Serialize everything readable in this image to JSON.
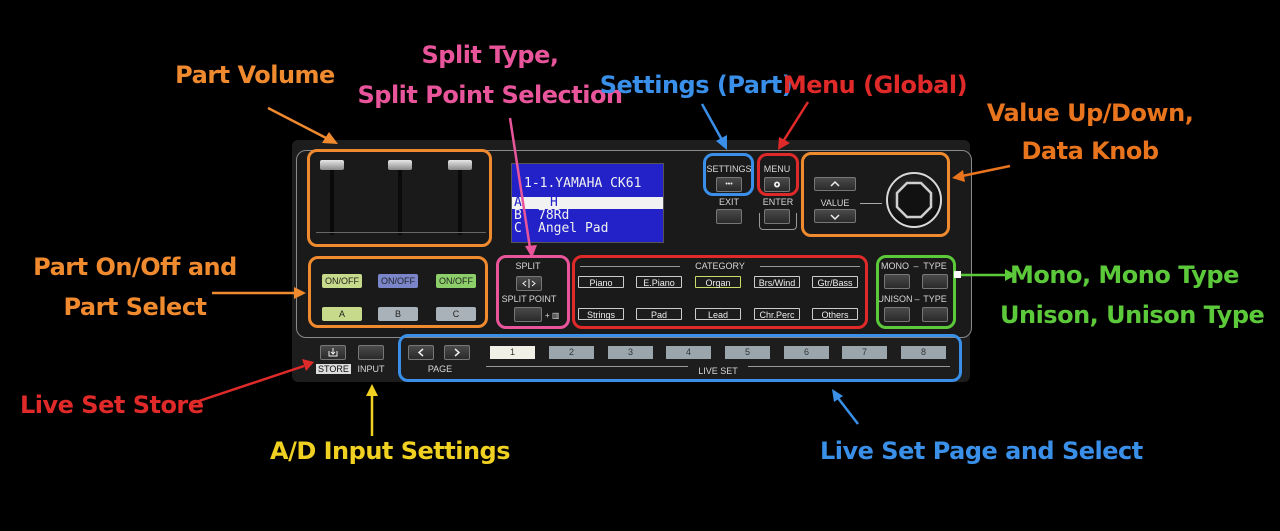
{
  "annotations": {
    "part_volume": "Part Volume",
    "split_type_line1": "Split Type,",
    "split_type_line2": "Split Point Selection",
    "settings_part": "Settings (Part)",
    "menu_global": "Menu (Global)",
    "value_line1": "Value Up/Down,",
    "value_line2": "Data Knob",
    "part_onoff_line1": "Part On/Off and",
    "part_onoff_line2": "Part Select",
    "mono_line1": "Mono, Mono Type",
    "mono_line2": "Unison, Unison Type",
    "live_set_store": "Live Set Store",
    "ad_input": "A/D Input Settings",
    "live_set_page": "Live Set Page and Select"
  },
  "colors": {
    "orange": "#f08a2e",
    "dark_orange": "#e8741e",
    "pink": "#e8559a",
    "blue": "#3a8fe8",
    "red": "#e02a2a",
    "green": "#5cc93a",
    "yellow": "#f0d020"
  },
  "lcd": {
    "title": "1-1.YAMAHA CK61",
    "row_a_letter": "A",
    "row_a_name": "H",
    "row_b_letter": "B",
    "row_b_name": "78Rd",
    "row_c_letter": "C",
    "row_c_name": "Angel Pad"
  },
  "split": {
    "label": "SPLIT",
    "point_label": "SPLIT POINT",
    "icon": "split-icon"
  },
  "category": {
    "label": "CATEGORY",
    "row1": [
      "Piano",
      "E.Piano",
      "Organ",
      "Brs/Wind",
      "Gtr/Bass"
    ],
    "row2": [
      "Strings",
      "Pad",
      "Lead",
      "Chr.Perc",
      "Others"
    ],
    "selected": "Organ"
  },
  "parts": {
    "onoff_label": "ON/OFF",
    "names": [
      "A",
      "B",
      "C"
    ]
  },
  "settings": {
    "label": "SETTINGS",
    "icon_glyph": "•••"
  },
  "menu": {
    "label": "MENU",
    "icon": "gear-icon"
  },
  "exit_label": "EXIT",
  "enter_label": "ENTER",
  "value_label": "VALUE",
  "mono": {
    "mono_label": "MONO",
    "type_label": "TYPE",
    "unison_label": "UNISON",
    "dash": "–"
  },
  "bottom": {
    "store_label": "STORE",
    "input_label": "INPUT",
    "page_label": "PAGE",
    "live_set_label": "LIVE SET",
    "live_set_numbers": [
      "1",
      "2",
      "3",
      "4",
      "5",
      "6",
      "7",
      "8"
    ]
  }
}
